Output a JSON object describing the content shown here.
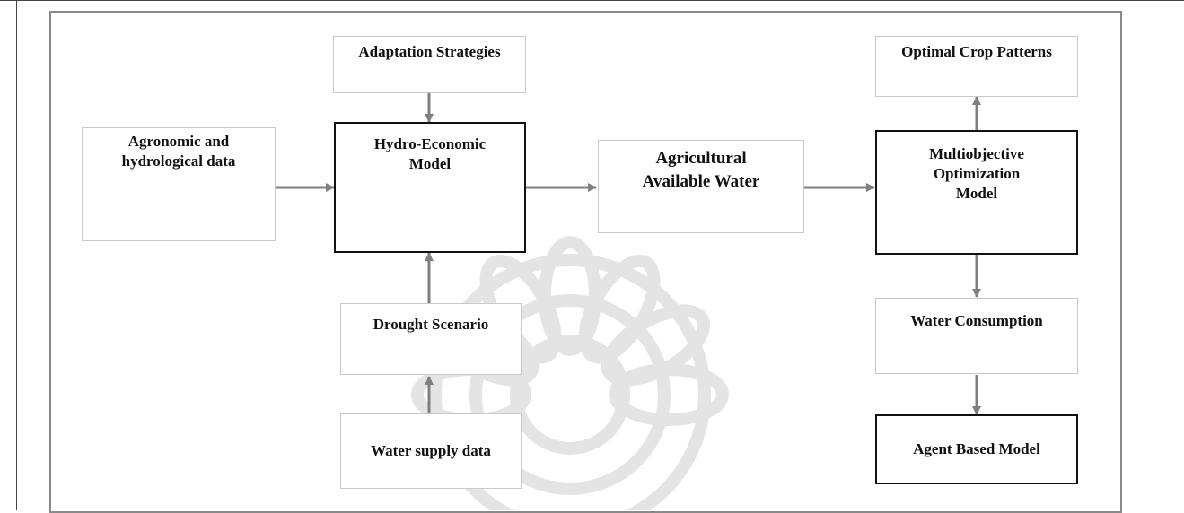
{
  "nodes": {
    "adaptation": "Adaptation Strategies",
    "agronomic": "Agronomic and\nhydrological data",
    "hydro": "Hydro-Economic\nModel",
    "agricultural_water": "Agricultural\nAvailable Water",
    "multiobjective": "Multiobjective\nOptimization\nModel",
    "crop_patterns": "Optimal Crop Patterns",
    "drought": "Drought Scenario",
    "water_supply": "Water supply data",
    "water_consumption": "Water Consumption",
    "agent_model": "Agent Based Model"
  },
  "colors": {
    "arrow": "#7f7f7f",
    "thick_border": "#111111",
    "thin_border": "#c9c9c9",
    "watermark": "#e6e6e6"
  }
}
